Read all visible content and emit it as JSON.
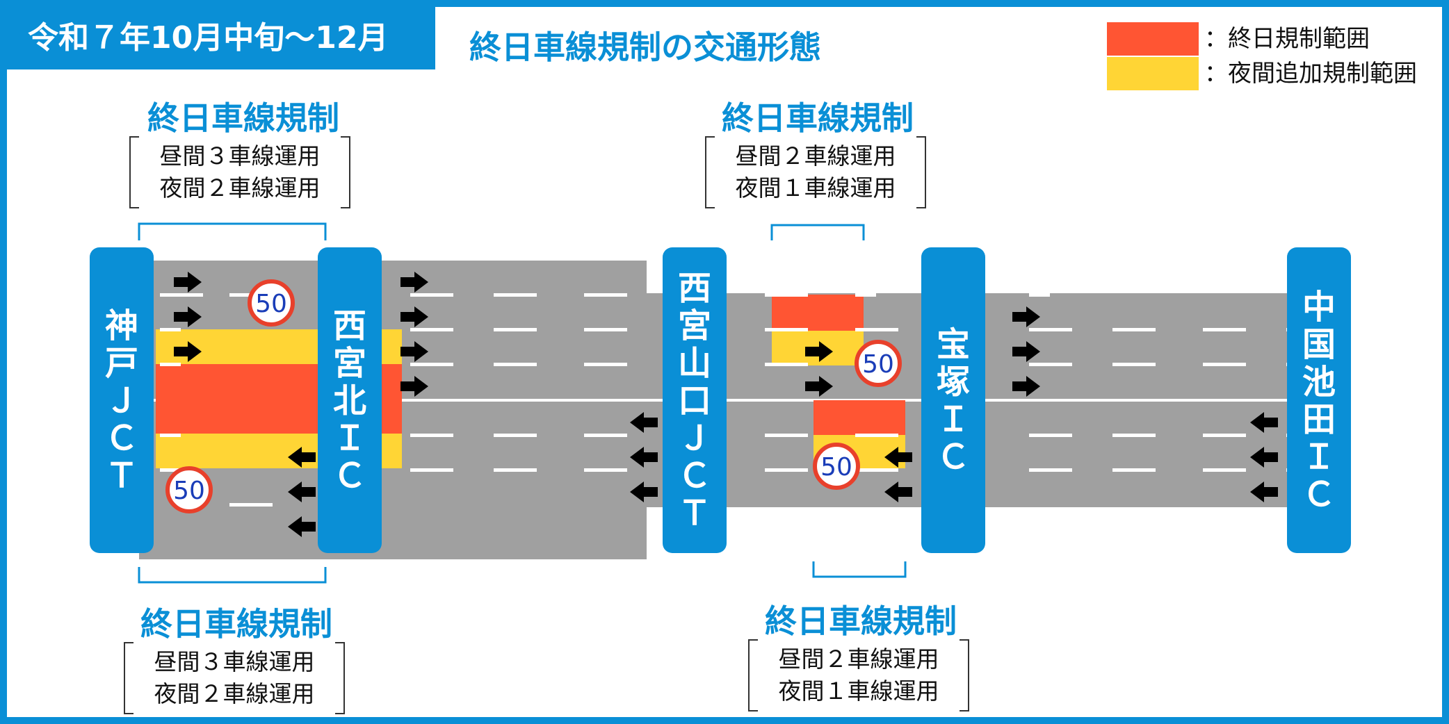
{
  "header": {
    "period": "令和７年10月中旬～12月",
    "title": "終日車線規制の交通形態"
  },
  "legend": [
    {
      "label": "：終日規制範囲",
      "color": "#ff5533"
    },
    {
      "label": "：夜間追加規制範囲",
      "color": "#ffd535"
    }
  ],
  "sections": {
    "top_left": {
      "title": "終日車線規制",
      "line1": "昼間３車線運用",
      "line2": "夜間２車線運用"
    },
    "bottom_left": {
      "title": "終日車線規制",
      "line1": "昼間３車線運用",
      "line2": "夜間２車線運用"
    },
    "top_right": {
      "title": "終日車線規制",
      "line1": "昼間２車線運用",
      "line2": "夜間１車線運用"
    },
    "bottom_right": {
      "title": "終日車線規制",
      "line1": "昼間２車線運用",
      "line2": "夜間１車線運用"
    }
  },
  "interchanges": [
    {
      "chars": [
        "神",
        "戸",
        "Ｊ",
        "Ｃ",
        "Ｔ"
      ]
    },
    {
      "chars": [
        "西",
        "宮",
        "北",
        "Ｉ",
        "Ｃ"
      ]
    },
    {
      "chars": [
        "西",
        "宮",
        "山",
        "口",
        "Ｊ",
        "Ｃ",
        "Ｔ"
      ]
    },
    {
      "chars": [
        "宝",
        "塚",
        "Ｉ",
        "Ｃ"
      ]
    },
    {
      "chars": [
        "中",
        "国",
        "池",
        "田",
        "Ｉ",
        "Ｃ"
      ]
    }
  ],
  "speed_signs": [
    "50",
    "50",
    "50",
    "50"
  ],
  "colors": {
    "accent": "#0a8fd6",
    "road": "#a0a0a0",
    "full_day": "#ff5533",
    "night": "#ffd535",
    "arrow": "#000000",
    "sign_ring": "#e8402b",
    "sign_text": "#1a3db8"
  }
}
